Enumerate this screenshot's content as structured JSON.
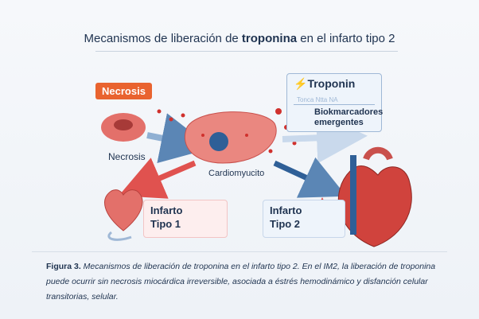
{
  "title": {
    "prefix": "Mecanismos de liberación de ",
    "bold": "troponina",
    "suffix": " en el infarto tipo 2"
  },
  "labels": {
    "necrosis_tag": "Necrosis",
    "necrosis": "Necrosis",
    "cardiomyocyte": "Cardiomyucito",
    "troponin": "Troponin",
    "troponin_sub": "Tonca Ntta NA",
    "biomarkers_line1": "Biokmarcadores",
    "biomarkers_line2": "emergentes",
    "infarct1_line1": "Infarto",
    "infarct1_line2": "Tipo 1",
    "infarct2_line1": "Infarto",
    "infarct2_line2": "Tipo 2"
  },
  "caption": {
    "bold": "Figura 3.",
    "text": " Mecanismos de liberación de troponina en el infarto tipo 2. En el IM2, la liberación de troponina puede ocurrir sin necrosis miocárdica irreversible, asociada a éstrés hemodinámico y disfanción celular transitorias, selular."
  },
  "colors": {
    "accent": "#e9632f",
    "navy": "#1f3350",
    "red": "#d0312d",
    "blue": "#2f5f97"
  }
}
